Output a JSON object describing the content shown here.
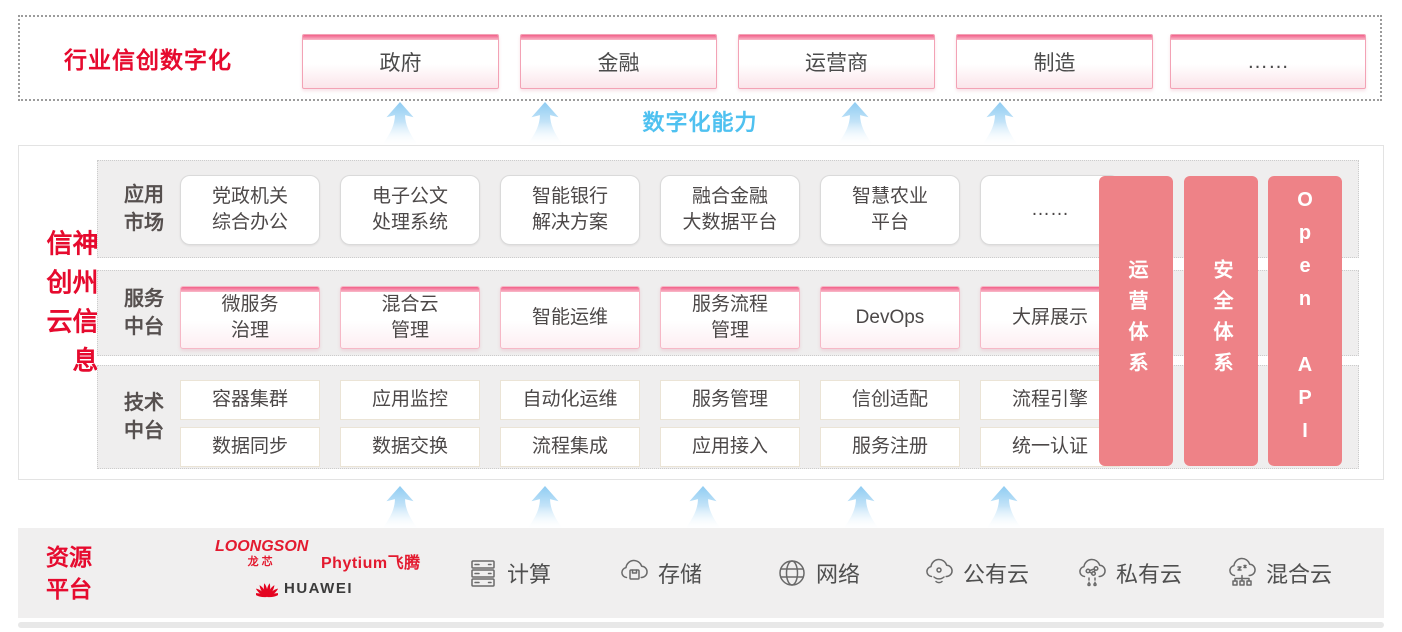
{
  "top_banner": {
    "title": "行业信创数字化",
    "industries": [
      "政府",
      "金融",
      "运营商",
      "制造",
      "……"
    ]
  },
  "capability_label": "数字化能力",
  "main": {
    "vertical_title": "神州信息信创云",
    "bands": [
      {
        "label": "应用\n市场",
        "boxes": [
          "党政机关\n综合办公",
          "电子公文\n处理系统",
          "智能银行\n解决方案",
          "融合金融\n大数据平台",
          "智慧农业\n平台",
          "……"
        ]
      },
      {
        "label": "服务\n中台",
        "boxes": [
          "微服务\n治理",
          "混合云\n管理",
          "智能运维",
          "服务流程\n管理",
          "DevOps",
          "大屏展示"
        ]
      },
      {
        "label": "技术\n中台",
        "rows": [
          [
            "容器集群",
            "应用监控",
            "自动化运维",
            "服务管理",
            "信创适配",
            "流程引擎"
          ],
          [
            "数据同步",
            "数据交换",
            "流程集成",
            "应用接入",
            "服务注册",
            "统一认证"
          ]
        ]
      }
    ],
    "side_bars": [
      "运营体系",
      "安全体系",
      "Open API"
    ]
  },
  "resources": {
    "label": "资源\n平台",
    "vendors": {
      "loongson": "LOONGSON",
      "loongson_cn": "龙芯",
      "phytium": "Phytium飞腾",
      "huawei": "HUAWEI"
    },
    "items": [
      {
        "icon": "compute-icon",
        "label": "计算"
      },
      {
        "icon": "storage-icon",
        "label": "存储"
      },
      {
        "icon": "network-icon",
        "label": "网络"
      },
      {
        "icon": "public-cloud-icon",
        "label": "公有云"
      },
      {
        "icon": "private-cloud-icon",
        "label": "私有云"
      },
      {
        "icon": "hybrid-cloud-icon",
        "label": "混合云"
      }
    ]
  },
  "palette": {
    "accent_red": "#e60a2e",
    "pillar_pink": "#ee8287",
    "capability_blue": "#4fc1f0",
    "box_pink_border": "#f3a2b5"
  }
}
